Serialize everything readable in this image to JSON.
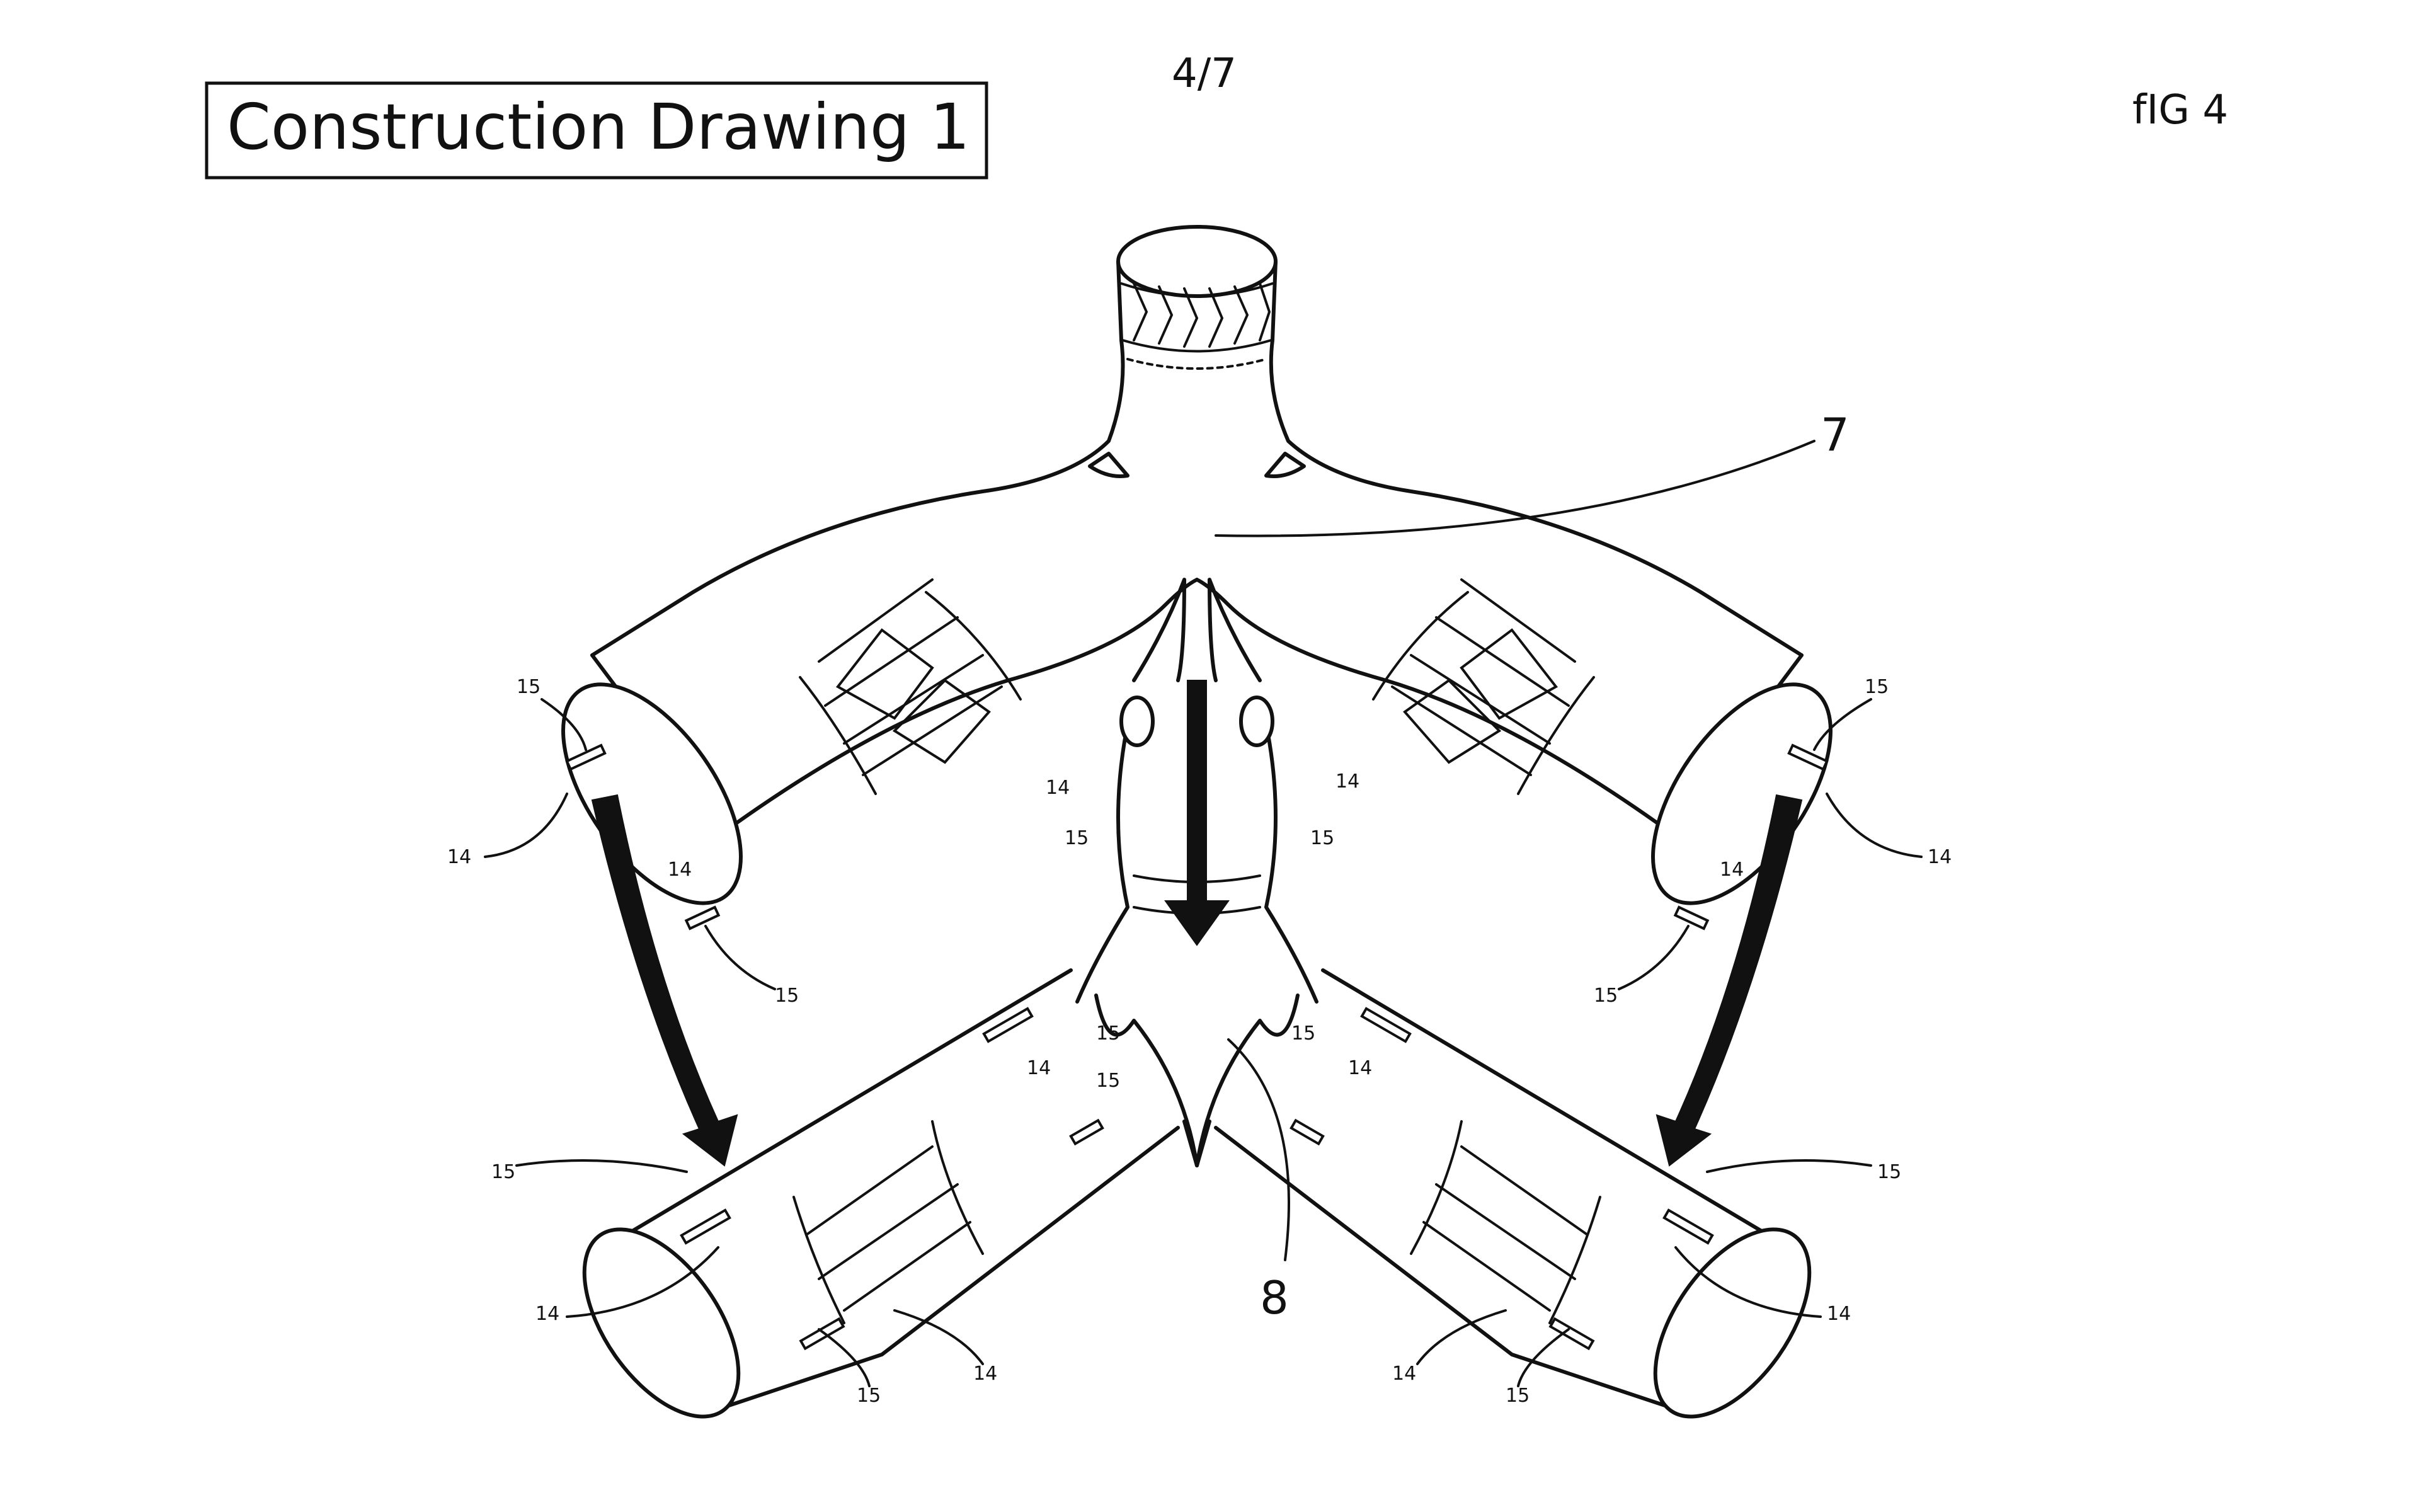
{
  "header": {
    "title": "Construction Drawing 1",
    "page": "4/7",
    "figure": "fIG 4"
  },
  "labels": {
    "main_body": "7",
    "lower_body": "8",
    "ref_14": "14",
    "ref_15": "15"
  }
}
